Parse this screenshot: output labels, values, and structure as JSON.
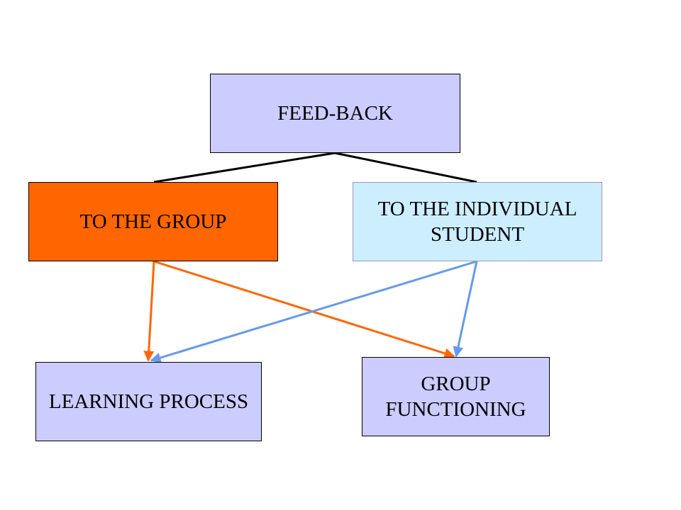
{
  "diagram": {
    "nodes": {
      "feedback": {
        "label": "FEED-BACK",
        "fill": "#ccccff"
      },
      "group": {
        "label": "TO THE GROUP",
        "fill": "#ff6600"
      },
      "individual": {
        "label": "TO THE INDIVIDUAL\nSTUDENT",
        "fill": "#cceeff"
      },
      "learning": {
        "label": "LEARNING PROCESS",
        "fill": "#ccccff"
      },
      "functioning": {
        "label": "GROUP\nFUNCTIONING",
        "fill": "#ccccff"
      }
    },
    "edges": [
      {
        "from": "feedback",
        "to": "group",
        "color": "#000000",
        "arrow": false
      },
      {
        "from": "feedback",
        "to": "individual",
        "color": "#000000",
        "arrow": false
      },
      {
        "from": "group",
        "to": "learning",
        "color": "#ff6600",
        "arrow": true
      },
      {
        "from": "group",
        "to": "functioning",
        "color": "#ff6600",
        "arrow": true
      },
      {
        "from": "individual",
        "to": "learning",
        "color": "#6699ee",
        "arrow": true
      },
      {
        "from": "individual",
        "to": "functioning",
        "color": "#6699ee",
        "arrow": true
      }
    ]
  }
}
